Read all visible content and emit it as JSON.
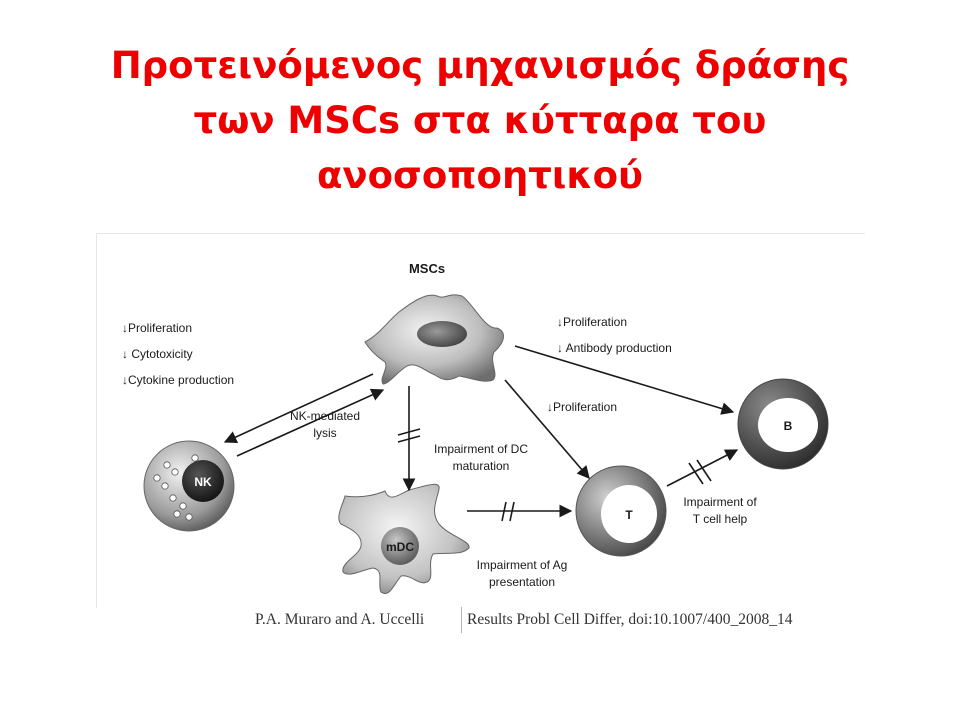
{
  "title": {
    "lines": [
      "Προτεινόμενος μηχανισμός δράσης",
      "των MSCs στα κύτταρα του",
      "ανοσοποητικού"
    ]
  },
  "diagram": {
    "nodes": {
      "msc": "MSCs",
      "nk": "NK",
      "mdc": "mDC",
      "t": "T",
      "b": "B"
    },
    "labels": {
      "nk_effects": [
        "↓Proliferation",
        "↓ Cytotoxicity",
        "↓Cytokine production"
      ],
      "b_effects": [
        "↓Proliferation",
        "↓ Antibody production"
      ],
      "t_effect": "↓Proliferation",
      "nk_lysis": [
        "NK-mediated",
        "lysis"
      ],
      "dc_impair": [
        "Impairment of DC",
        "maturation"
      ],
      "ag_impair": [
        "Impairment of Ag",
        "presentation"
      ],
      "th_impair": [
        "Impairment of",
        "T cell help"
      ]
    },
    "colors": {
      "arrow": "#1a1a1a",
      "cell_dark": "#4a4a4a",
      "cell_light": "#d8d8d8"
    }
  },
  "citation": {
    "authors": "P.A. Muraro and A. Uccelli",
    "reference": "Results Probl Cell Differ, doi:10.1007/400_2008_14"
  }
}
